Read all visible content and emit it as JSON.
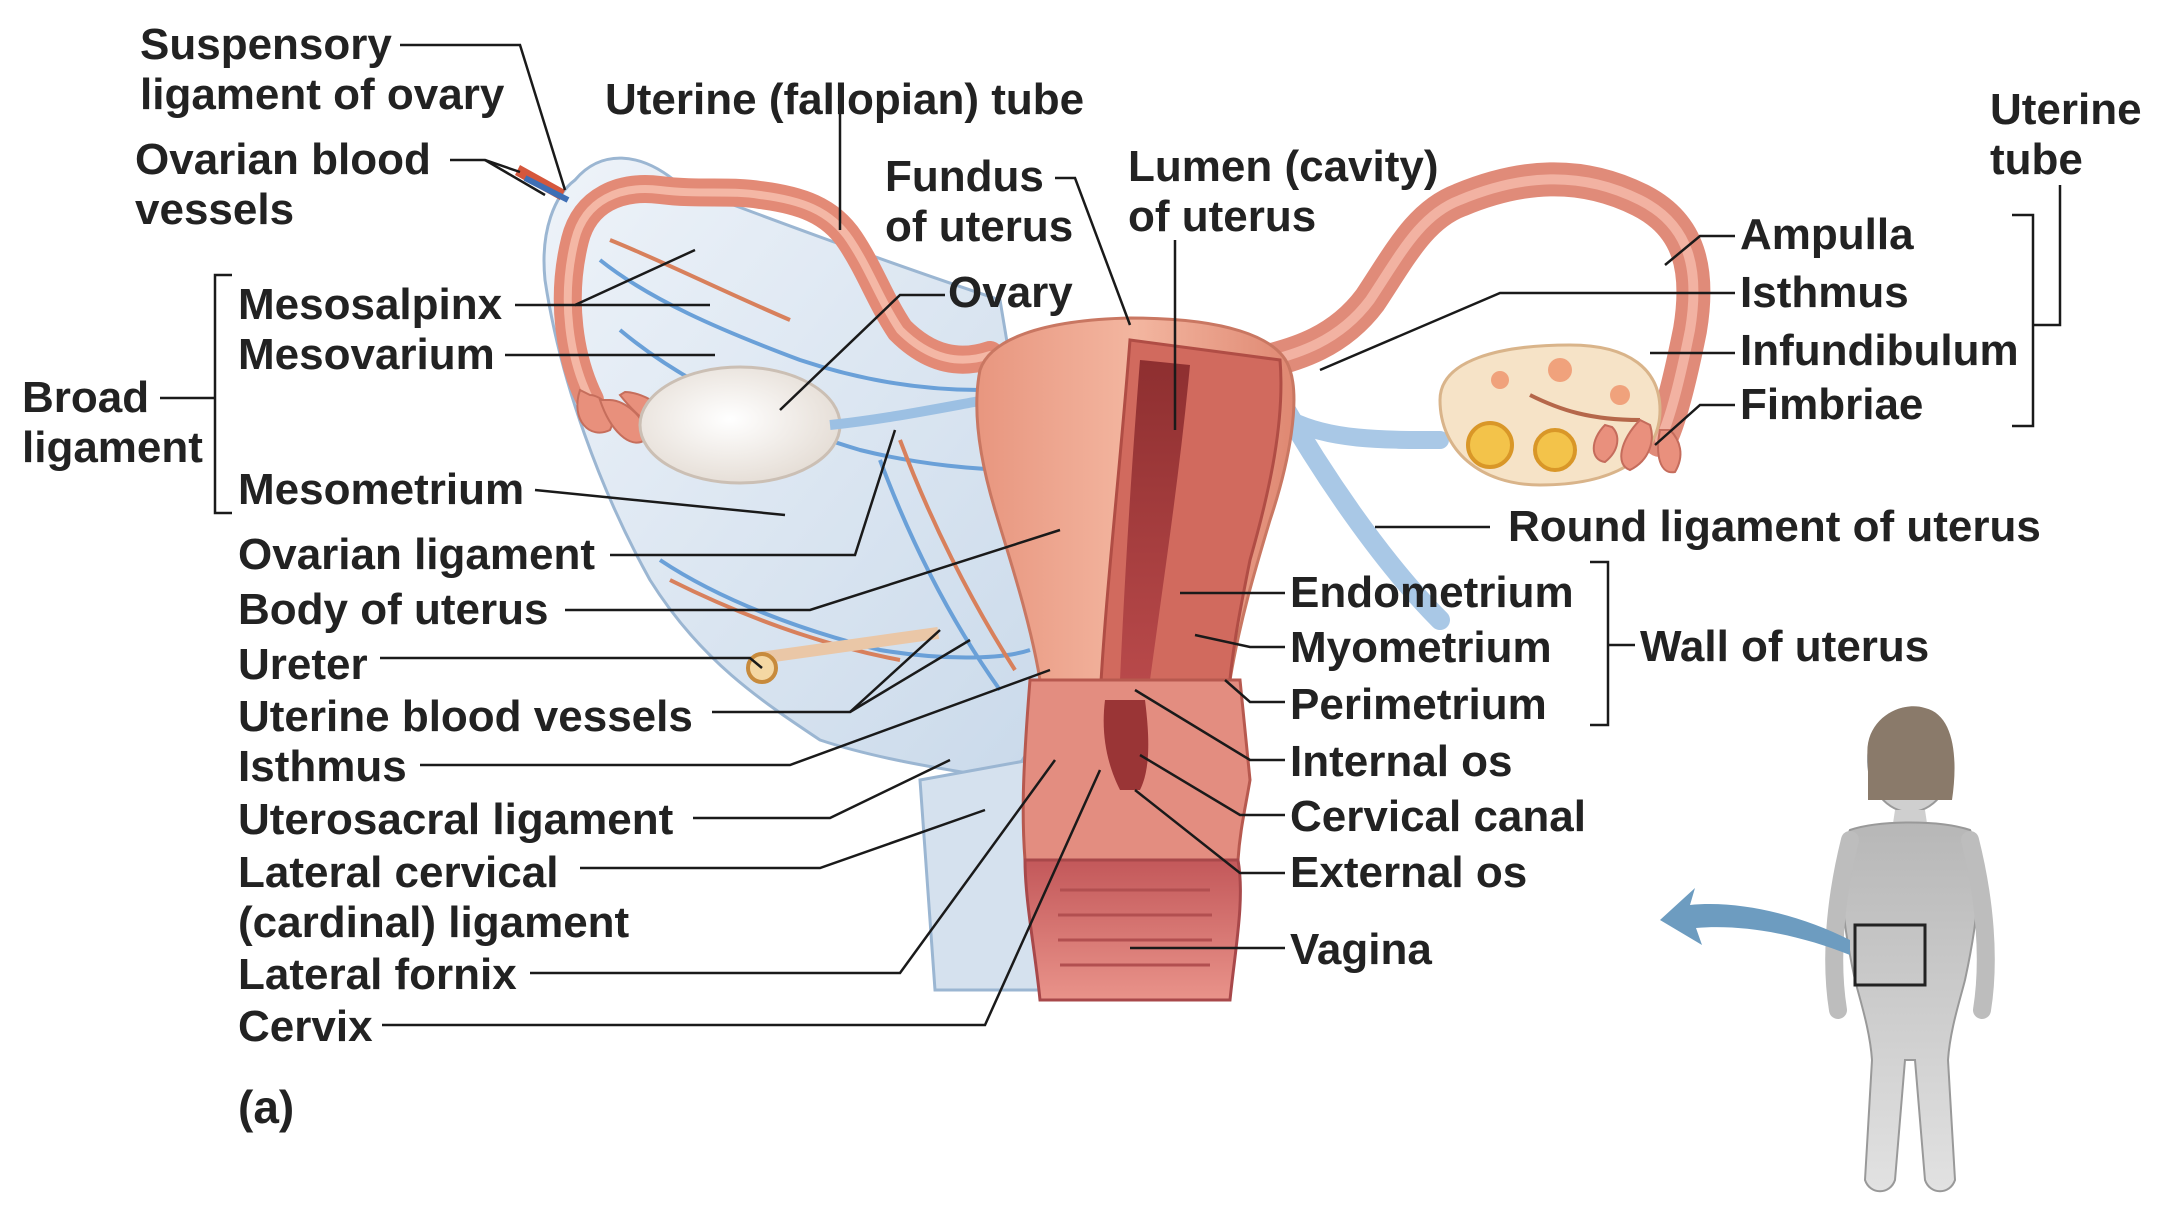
{
  "labels": {
    "suspensory_ligament": "Suspensory\nligament of ovary",
    "ovarian_blood_vessels": "Ovarian blood\nvessels",
    "uterine_fallopian_tube": "Uterine (fallopian) tube",
    "fundus_of_uterus": "Fundus\nof uterus",
    "lumen_cavity": "Lumen (cavity)\nof uterus",
    "ovary": "Ovary",
    "uterine_tube": "Uterine\ntube",
    "ampulla": "Ampulla",
    "isthmus_tube": "Isthmus",
    "infundibulum": "Infundibulum",
    "fimbriae": "Fimbriae",
    "mesosalpinx": "Mesosalpinx",
    "mesovarium": "Mesovarium",
    "broad_ligament": "Broad\nligament",
    "mesometrium": "Mesometrium",
    "round_ligament": "Round ligament of uterus",
    "ovarian_ligament": "Ovarian ligament",
    "body_of_uterus": "Body of uterus",
    "ureter": "Ureter",
    "uterine_blood_vessels": "Uterine blood vessels",
    "isthmus_uterus": "Isthmus",
    "uterosacral_ligament": "Uterosacral ligament",
    "lateral_cervical_ligament": "Lateral cervical\n(cardinal) ligament",
    "lateral_fornix": "Lateral fornix",
    "cervix": "Cervix",
    "endometrium": "Endometrium",
    "myometrium": "Myometrium",
    "perimetrium": "Perimetrium",
    "wall_of_uterus": "Wall of uterus",
    "internal_os": "Internal os",
    "cervical_canal": "Cervical canal",
    "external_os": "External os",
    "vagina": "Vagina",
    "panel": "(a)"
  },
  "colors": {
    "text": "#222222",
    "leader_line": "#1a1a1a",
    "uterus_outer": "#e9a08a",
    "uterus_cut": "#c8564e",
    "lumen": "#9c3b3a",
    "tube": "#df8a78",
    "ovary": "#f2ece6",
    "broad_ligament": "#d7e3f0",
    "vessel_blue": "#6aa0d8",
    "vessel_red": "#d8805c",
    "round_ligament": "#a9c8e6",
    "figure_skin": "#d2d2d2",
    "arrow": "#6d9cc0"
  }
}
